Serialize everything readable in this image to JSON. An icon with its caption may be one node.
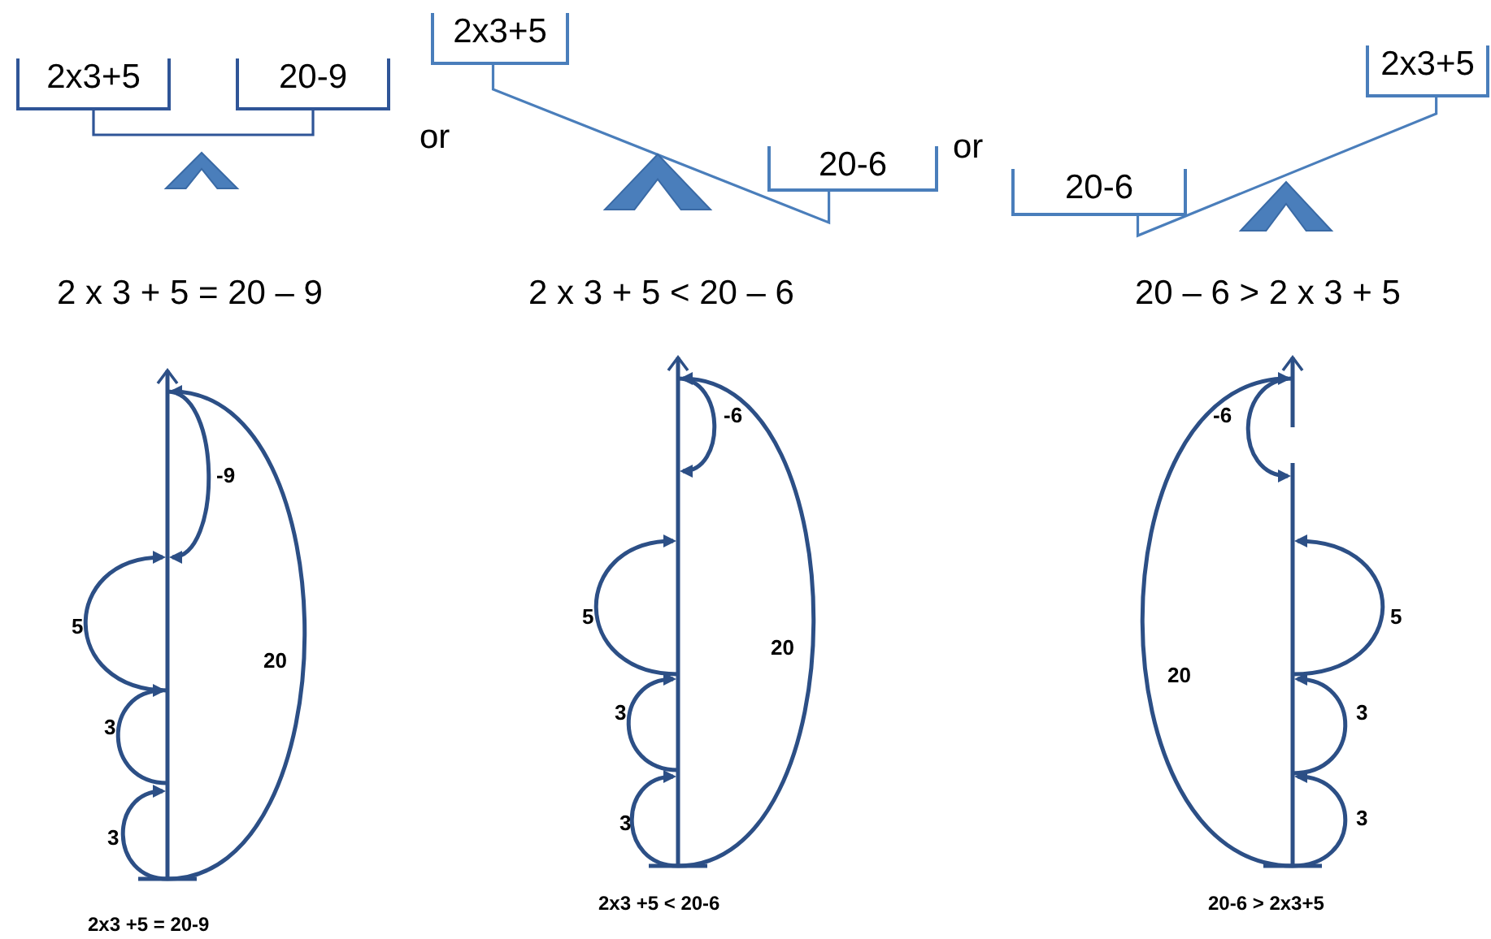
{
  "diagram": {
    "nodes": [
      {
        "text": [
          "2x3+5"
        ]
      },
      {
        "text": [
          "20-9"
        ]
      },
      {
        "text": [
          "2x3+5"
        ]
      },
      {
        "text": [
          "20-6"
        ]
      },
      {
        "text": [
          "20-6"
        ]
      },
      {
        "text": [
          "2x3+5"
        ]
      }
    ],
    "edges": [
      {
        "from": 0,
        "to": 1,
        "arrow": "none",
        "color": "#2f5597"
      },
      {
        "from": 2,
        "to": 3,
        "arrow": "none"
      },
      {
        "from": 4,
        "to": 5,
        "arrow": "none"
      }
    ],
    "labels": [
      "or",
      "or",
      "2 x 3 + 5 = 20 – 9",
      "2 x 3 + 5 < 20 – 6",
      "20 – 6 > 2 x 3 + 5",
      "-9",
      "5",
      "20",
      "3",
      "3",
      "-6",
      "5",
      "20",
      "3",
      "3",
      "-6",
      "5",
      "20",
      "3",
      "3",
      "2x3 +5 = 20-9",
      "2x3 +5 < 20-6",
      "20-6 > 2x3+5"
    ]
  }
}
